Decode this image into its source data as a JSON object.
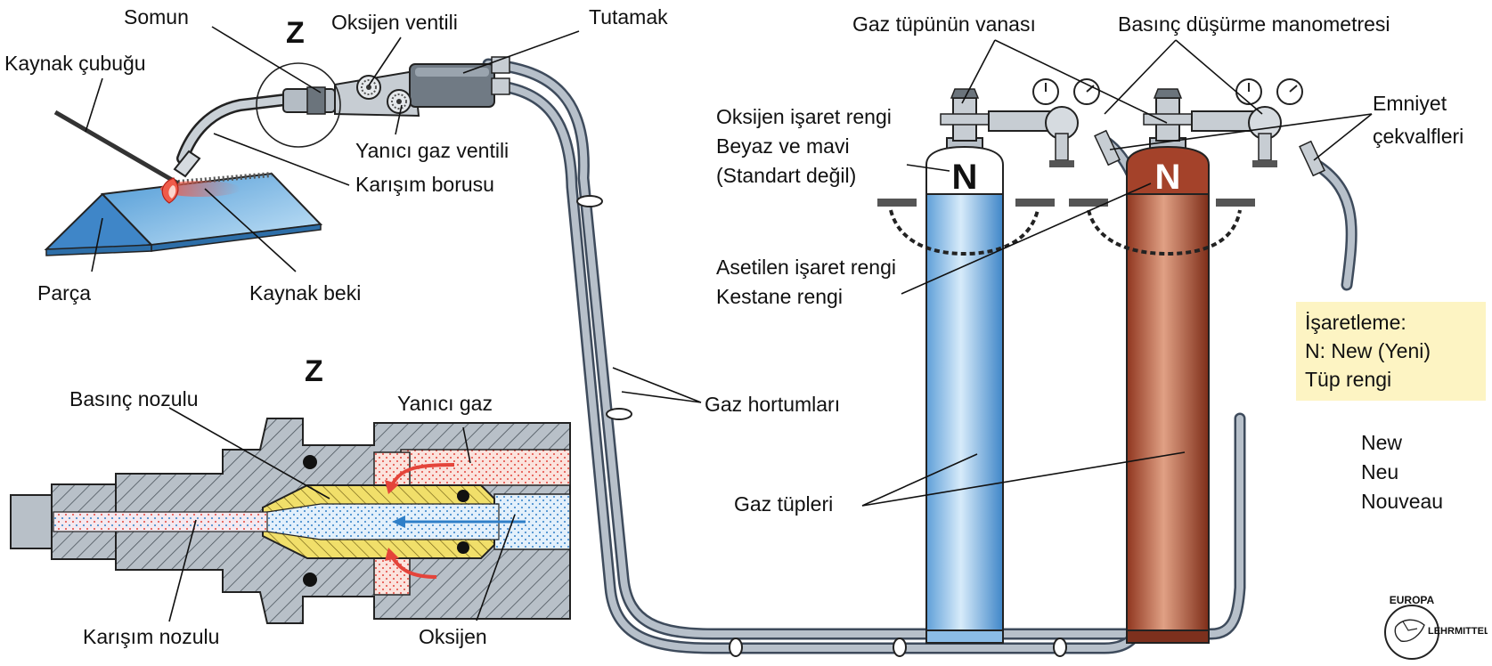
{
  "labels": {
    "somun": "Somun",
    "z_top": "Z",
    "oksijen_ventili": "Oksijen ventili",
    "tutamak": "Tutamak",
    "kaynak_cubugu": "Kaynak çubuğu",
    "yanici_gaz_ventili": "Yanıcı gaz ventili",
    "karisim_borusu": "Karışım borusu",
    "parca": "Parça",
    "kaynak_beki": "Kaynak beki",
    "gaz_tupunun_vanasi": "Gaz tüpünün vanası",
    "basinc_dusurme_manometresi": "Basınç düşürme manometresi",
    "emniyet": "Emniyet",
    "cekvalfleri": "çekvalfleri",
    "oksijen_isaret_rengi": "Oksijen işaret rengi",
    "beyaz_ve_mavi": "Beyaz ve mavi",
    "standart_degil": "(Standart değil)",
    "asetilen_isaret_rengi": "Asetilen işaret rengi",
    "kestane_rengi": "Kestane rengi",
    "gaz_hortumlari": "Gaz hortumları",
    "gaz_tupleri": "Gaz tüpleri",
    "z_section": "Z",
    "basinc_nozulu": "Basınç nozulu",
    "yanici_gaz": "Yanıcı gaz",
    "karisim_nozulu": "Karışım nozulu",
    "oksijen": "Oksijen",
    "new": "New",
    "neu": "Neu",
    "nouveau": "Nouveau"
  },
  "tank_marks": {
    "oxygen": "N",
    "acetylene": "N"
  },
  "note": {
    "line1": "İşaretleme:",
    "line2": "N: New (Yeni)",
    "line3": "Tüp rengi"
  },
  "logo": {
    "top_text": "EUROPA",
    "side_text": "LEHRMITTEL"
  },
  "colors": {
    "oxygen_tank": "#6aa7dc",
    "acetylene_tank": "#a4422a",
    "fuel_gas": "#e4443a",
    "oxygen_gas": "#2f7fc8",
    "brass": "#f1df6a",
    "steel": "#9aa4ad",
    "note_bg": "#fdf4c3",
    "workpiece": "#6fb2e6"
  },
  "icons": {
    "valve_knob": "knurled-knob-icon",
    "gauge": "pressure-gauge-icon",
    "check_valve": "check-valve-icon",
    "logo": "europa-lehrmittel-logo"
  }
}
